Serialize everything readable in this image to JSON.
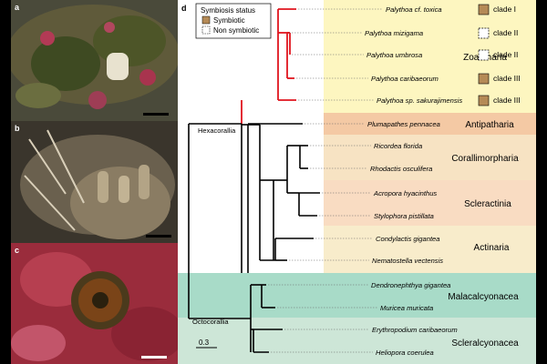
{
  "panels": {
    "a": "a",
    "b": "b",
    "c": "c",
    "d": "d"
  },
  "legend": {
    "title": "Symbiosis status",
    "symbiotic": "Symbiotic",
    "non_symbiotic": "Non symbiotic"
  },
  "scale_bar": "0.3",
  "clades": {
    "hexacorallia": "Hexacorallia",
    "octocorallia": "Octocorallia"
  },
  "groups": [
    {
      "label": "Zoantharia",
      "color": "#fdf6c0"
    },
    {
      "label": "Antipatharia",
      "color": "#f4c9a4"
    },
    {
      "label": "Corallimorpharia",
      "color": "#f7e3c3"
    },
    {
      "label": "Scleractinia",
      "color": "#f9dcc2"
    },
    {
      "label": "Actinaria",
      "color": "#f8eccb"
    },
    {
      "label": "Malacalcyonacea",
      "color": "#a8dbc8"
    },
    {
      "label": "Scleralcyonacea",
      "color": "#cde6d7"
    }
  ],
  "taxa": [
    {
      "name": "Palythoa cf. toxica",
      "status": "symbiotic",
      "clade": "clade I"
    },
    {
      "name": "Palythoa mizigama",
      "status": "non_symbiotic",
      "clade": "clade II"
    },
    {
      "name": "Palythoa umbrosa",
      "status": "non_symbiotic",
      "clade": "clade II"
    },
    {
      "name": "Palythoa caribaeorum",
      "status": "symbiotic",
      "clade": "clade III"
    },
    {
      "name": "Palythoa sp. sakurajimensis",
      "status": "symbiotic",
      "clade": "clade III"
    },
    {
      "name": "Plumapathes pennacea"
    },
    {
      "name": "Ricordea florida"
    },
    {
      "name": "Rhodactis osculifera"
    },
    {
      "name": "Acropora hyacinthus"
    },
    {
      "name": "Stylophora pistillata"
    },
    {
      "name": "Condylactis gigantea"
    },
    {
      "name": "Nematostella vectensis"
    },
    {
      "name": "Dendronephthya gigantea"
    },
    {
      "name": "Muricea muricata"
    },
    {
      "name": "Erythropodium caribaeorum"
    },
    {
      "name": "Heliopora coerulea"
    }
  ],
  "colors": {
    "symbiotic_fill": "#b58a56",
    "zoantharia_branch": "#e0141e",
    "branch": "#000000"
  }
}
